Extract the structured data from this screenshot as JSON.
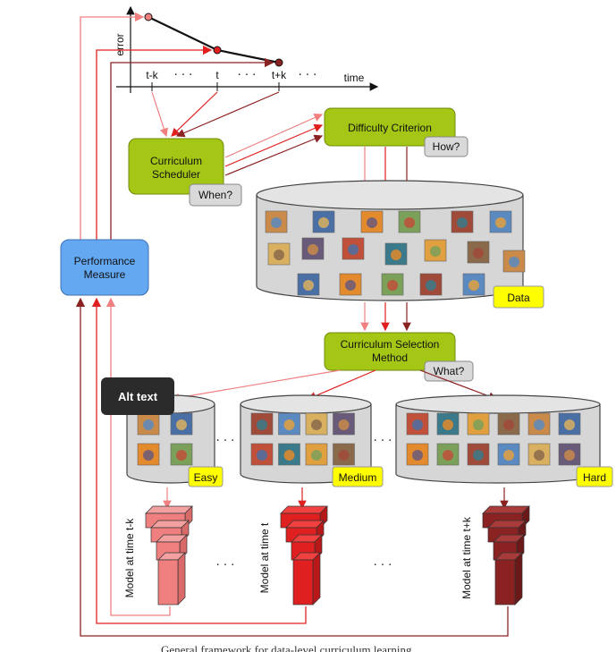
{
  "colors": {
    "green": "#a4c614",
    "blue": "#64a8f2",
    "yellow": "#ffff00",
    "gray_label": "#d9d9d9",
    "red_light": "#f08080",
    "red_mid": "#e02020",
    "red_dark": "#8b2222",
    "cyl_fill": "#d6d6d6"
  },
  "chart": {
    "y_label": "error",
    "x_label": "time",
    "ticks": [
      "t-k",
      "t",
      "t+k"
    ],
    "dots": "· · ·"
  },
  "boxes": {
    "difficulty": "Difficulty Criterion",
    "how": "How?",
    "scheduler_line1": "Curriculum",
    "scheduler_line2": "Scheduler",
    "when": "When?",
    "performance_line1": "Performance",
    "performance_line2": "Measure",
    "selection_line1": "Curriculum Selection",
    "selection_line2": "Method",
    "what": "What?"
  },
  "data_label": "Data",
  "subsets": [
    "Easy",
    "Medium",
    "Hard"
  ],
  "models": [
    "Model at time t-k",
    "Model at time t",
    "Model at time t+k"
  ],
  "ellipsis": "· · ·",
  "alt_text_button": "Alt text",
  "caption": "General framework for data-level curriculum learning"
}
